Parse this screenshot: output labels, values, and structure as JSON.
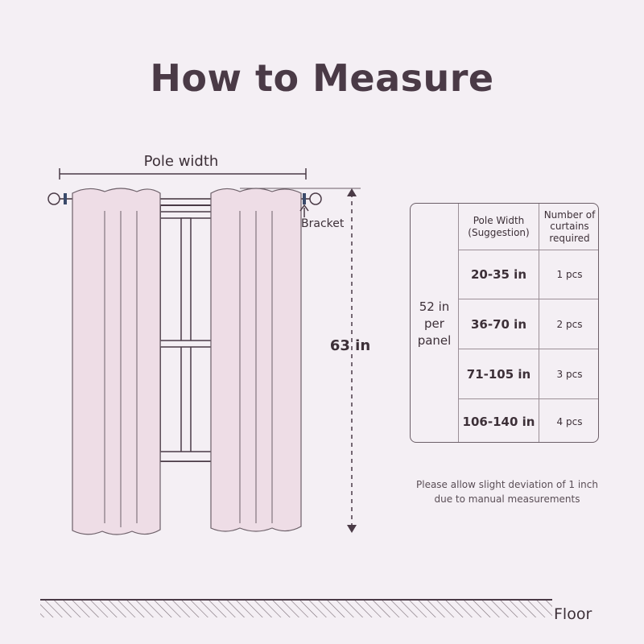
{
  "title": "How to Measure",
  "labels": {
    "pole_width": "Pole width",
    "bracket": "Bracket",
    "height": "63 in",
    "floor": "Floor"
  },
  "table": {
    "header_pole_width": "Pole Width\n(Suggestion)",
    "header_number": "Number of\ncurtains\nrequired",
    "panel_width": "52 in\nper\npanel",
    "rows": [
      {
        "range": "20-35 in",
        "qty": "1 pcs"
      },
      {
        "range": "36-70 in",
        "qty": "2 pcs"
      },
      {
        "range": "71-105 in",
        "qty": "3 pcs"
      },
      {
        "range": "106-140 in",
        "qty": "4 pcs"
      }
    ]
  },
  "note": "Please allow slight deviation of 1 inch\ndue to manual measurements",
  "colors": {
    "background": "#f4eff4",
    "curtain_fill": "#eedde6",
    "outline": "#6c5f68",
    "text": "#3d3038",
    "window_frame": "#4a3a46"
  }
}
